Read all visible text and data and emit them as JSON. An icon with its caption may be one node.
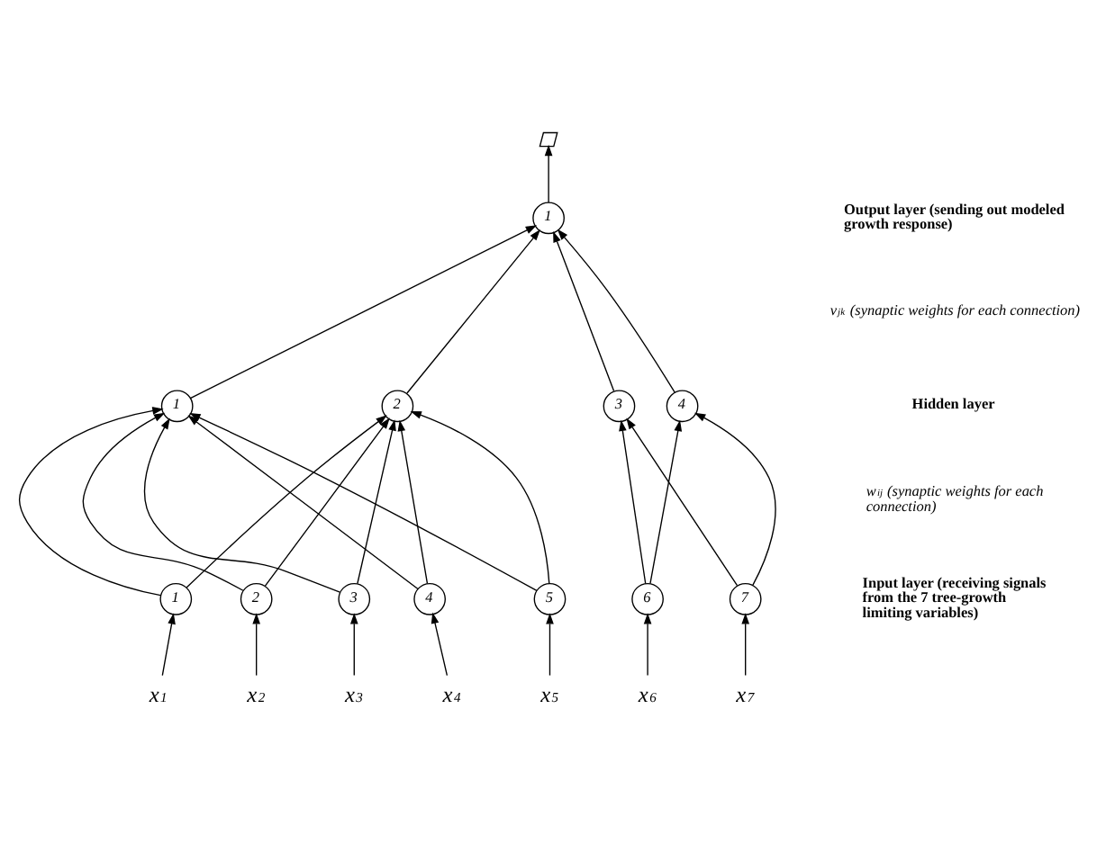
{
  "diagram": {
    "nodes": [
      {
        "text": [],
        "shape": "parallelogram"
      },
      {
        "text": [
          "1"
        ]
      },
      {
        "text": [
          "1"
        ]
      },
      {
        "text": [
          "2"
        ]
      },
      {
        "text": [
          "3"
        ]
      },
      {
        "text": [
          "4"
        ]
      },
      {
        "text": [
          "1"
        ]
      },
      {
        "text": [
          "2"
        ]
      },
      {
        "text": [
          "3"
        ]
      },
      {
        "text": [
          "4"
        ]
      },
      {
        "text": [
          "5"
        ]
      },
      {
        "text": [
          "6"
        ]
      },
      {
        "text": [
          "7"
        ]
      },
      {
        "text": [
          "x$_{1}$"
        ]
      },
      {
        "text": [
          "x$_{2}$"
        ]
      },
      {
        "text": [
          "x$_{3}$"
        ]
      },
      {
        "text": [
          "x$_{4}$"
        ]
      },
      {
        "text": [
          "x$_{5}$"
        ]
      },
      {
        "text": [
          "x$_{6}$"
        ]
      },
      {
        "text": [
          "x$_{7}$"
        ]
      }
    ],
    "edges": [
      {
        "from": 1,
        "to": 0,
        "arrow": "to"
      },
      {
        "from": 2,
        "to": 1,
        "arrow": "to"
      },
      {
        "from": 3,
        "to": 1,
        "arrow": "to"
      },
      {
        "from": 4,
        "to": 1,
        "arrow": "to"
      },
      {
        "from": 5,
        "to": 1,
        "arrow": "to"
      },
      {
        "from": 6,
        "to": 2,
        "arrow": "to"
      },
      {
        "from": 7,
        "to": 2,
        "arrow": "to"
      },
      {
        "from": 8,
        "to": 2,
        "arrow": "to"
      },
      {
        "from": 9,
        "to": 2,
        "arrow": "to"
      },
      {
        "from": 10,
        "to": 2,
        "arrow": "to"
      },
      {
        "from": 6,
        "to": 3,
        "arrow": "to"
      },
      {
        "from": 7,
        "to": 3,
        "arrow": "to"
      },
      {
        "from": 8,
        "to": 3,
        "arrow": "to"
      },
      {
        "from": 9,
        "to": 3,
        "arrow": "to"
      },
      {
        "from": 10,
        "to": 3,
        "arrow": "to"
      },
      {
        "from": 11,
        "to": 4,
        "arrow": "to"
      },
      {
        "from": 12,
        "to": 4,
        "arrow": "to"
      },
      {
        "from": 11,
        "to": 5,
        "arrow": "to"
      },
      {
        "from": 12,
        "to": 5,
        "arrow": "to"
      },
      {
        "from": 13,
        "to": 6,
        "arrow": "to"
      },
      {
        "from": 14,
        "to": 7,
        "arrow": "to"
      },
      {
        "from": 15,
        "to": 8,
        "arrow": "to"
      },
      {
        "from": 16,
        "to": 9,
        "arrow": "to"
      },
      {
        "from": 17,
        "to": 10,
        "arrow": "to"
      },
      {
        "from": 18,
        "to": 11,
        "arrow": "to"
      },
      {
        "from": 19,
        "to": 12,
        "arrow": "to"
      }
    ],
    "labels": [
      "Output layer (sending out modeled growth response)",
      "v$_{jk}$ (synaptic weights for each connection)",
      "Hidden layer",
      "w$_{ij}$ (synaptic weights for each connection)",
      "Input layer (receiving signals from the 7 tree-growth limiting variables)"
    ]
  }
}
